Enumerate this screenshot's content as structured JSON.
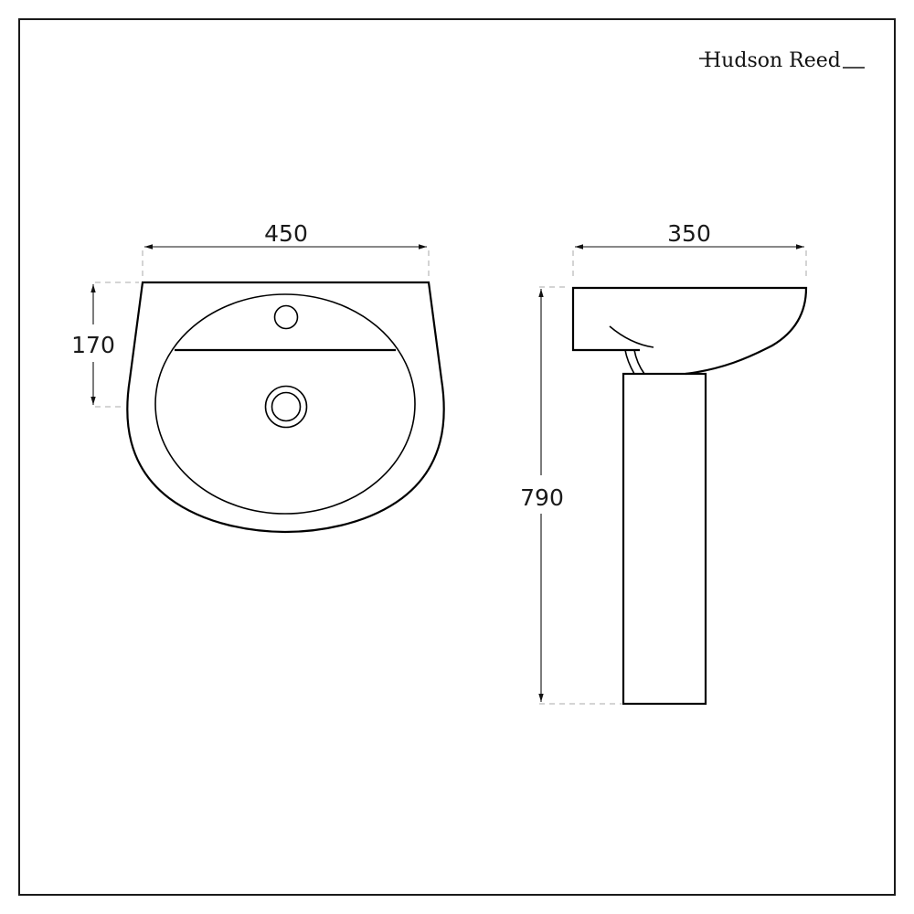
{
  "brand": {
    "name": "Hudson Reed"
  },
  "front_view": {
    "width_label": "450",
    "height_label": "170",
    "features": [
      "tap-hole",
      "overflow-line",
      "waste-outlet"
    ]
  },
  "side_view": {
    "depth_label": "350",
    "total_height_label": "790",
    "features": [
      "basin",
      "pedestal",
      "waste-pipe"
    ]
  },
  "colors": {
    "line": "#000000",
    "extension": "#a8a8a8",
    "background": "#ffffff"
  }
}
